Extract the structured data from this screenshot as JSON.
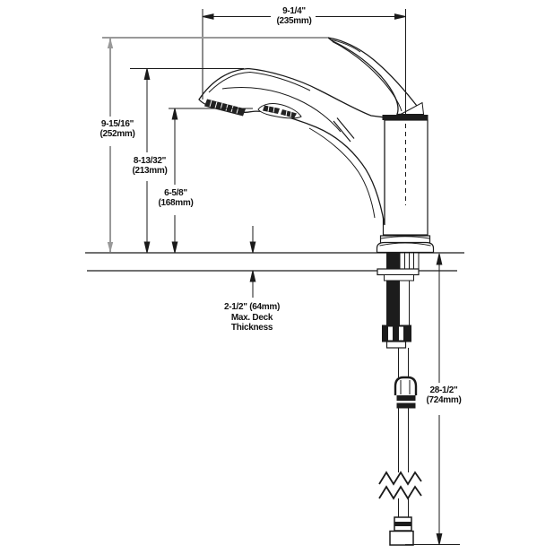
{
  "diagram": {
    "name": "pull-out-kitchen-faucet-dimension-drawing",
    "dims": {
      "spout_reach": {
        "inches": "9-1/4\"",
        "mm": "(235mm)"
      },
      "overall_height": {
        "inches": "9-15/16\"",
        "mm": "(252mm)"
      },
      "spout_height": {
        "inches": "8-13/32\"",
        "mm": "(213mm)"
      },
      "outlet_height": {
        "inches": "6-5/8\"",
        "mm": "(168mm)"
      },
      "deck_thickness": {
        "line1": "2-1/2\" (64mm)",
        "line2": "Max. Deck",
        "line3": "Thickness"
      },
      "hose_length": {
        "inches": "28-1/2\"",
        "mm": "(724mm)"
      }
    },
    "colors": {
      "line": "#1a1a1a",
      "gray_dim": "#999999",
      "fill": "#ffffff",
      "dark_fill": "#1c1c1c"
    }
  }
}
